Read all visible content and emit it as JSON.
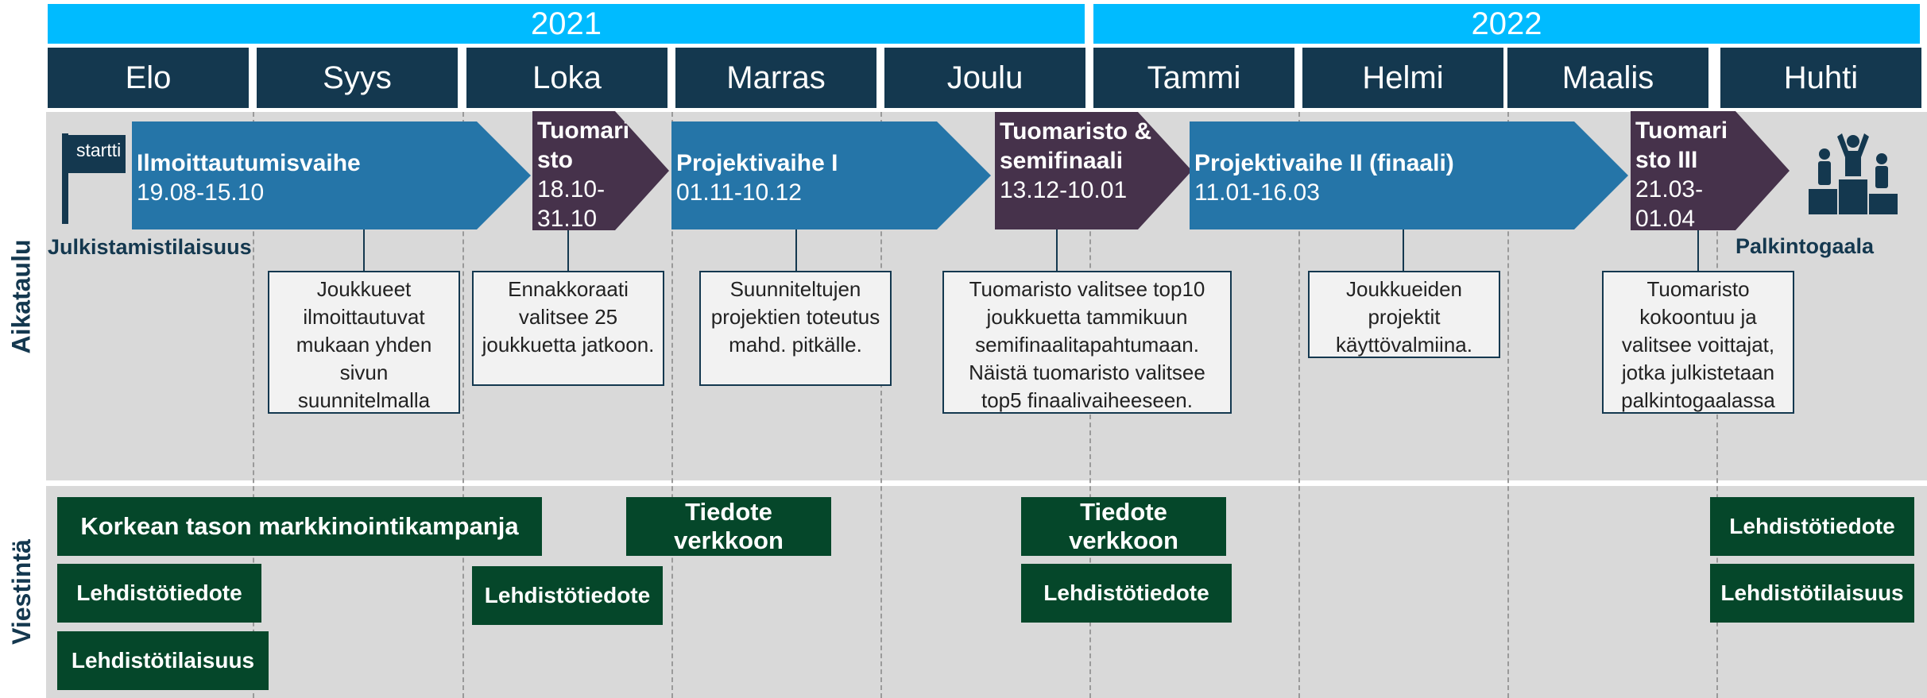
{
  "years": [
    "2021",
    "2022"
  ],
  "months": [
    "Elo",
    "Syys",
    "Loka",
    "Marras",
    "Joulu",
    "Tammi",
    "Helmi",
    "Maalis",
    "Huhti"
  ],
  "row_labels": {
    "schedule": "Aikataulu",
    "communication": "Viestintä"
  },
  "flag": {
    "text": "startti",
    "caption": "Julkistamistilaisuus"
  },
  "gala": {
    "caption": "Palkintogaala"
  },
  "phases": [
    {
      "title": "Ilmoittautumisvaihe",
      "dates": "19.08-15.10"
    },
    {
      "title": "Tuomari sto",
      "dates": "18.10-31.10"
    },
    {
      "title": "Projektivaihe I",
      "dates": "01.11-10.12"
    },
    {
      "title": "Tuomaristo & semifinaali",
      "dates": "13.12-10.01"
    },
    {
      "title": "Projektivaihe II (finaali)",
      "dates": "11.01-16.03"
    },
    {
      "title": "Tuomari sto III",
      "dates": "21.03-01.04"
    }
  ],
  "notes": [
    "Joukkueet ilmoittautuvat mukaan yhden sivun suunnitelmalla",
    "Ennakkoraati valitsee 25 joukkuetta jatkoon.",
    "Suunniteltujen projektien toteutus mahd. pitkälle.",
    "Tuomaristo valitsee top10 joukkuetta tammikuun semifinaalitapahtumaan. Näistä tuomaristo valitsee top5 finaalivaiheeseen.",
    "Joukkueiden projektit käyttövalmiina.",
    "Tuomaristo kokoontuu ja valitsee voittajat, jotka julkistetaan palkintogaalassa"
  ],
  "communication": [
    "Korkean tason markkinointikampanja",
    "Tiedote verkkoon",
    "Tiedote verkkoon",
    "Lehdistötiedote",
    "Lehdistötiedote",
    "Lehdistötiedote",
    "Lehdistötiedote",
    "Lehdistötilaisuus",
    "Lehdistötilaisuus"
  ],
  "colors": {
    "year_bar": "#00bbff",
    "month_bar": "#14384f",
    "phase_blue": "#2575a8",
    "phase_dark": "#46324b",
    "communication_box": "#05472a",
    "panel": "#d9d9d9"
  },
  "icons": [
    "flag-icon",
    "podium-icon"
  ]
}
